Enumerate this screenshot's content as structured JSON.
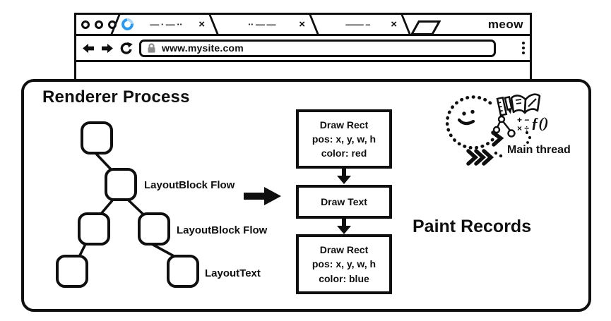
{
  "browser": {
    "brand": "meow",
    "tabs": [
      {
        "title": "— · — ··",
        "close": "×",
        "loading": true
      },
      {
        "title": "·· — —",
        "close": "×",
        "loading": false
      },
      {
        "title": "—— –",
        "close": "×",
        "loading": false
      }
    ],
    "address": {
      "url": "www.mysite.com"
    }
  },
  "renderer": {
    "title": "Renderer Process",
    "tree_labels": [
      "LayoutBlock Flow",
      "LayoutBlock Flow",
      "LayoutText"
    ],
    "paint": {
      "heading": "Paint Records",
      "records": [
        {
          "lines": [
            "Draw Rect",
            "pos: x, y, w, h",
            "color: red"
          ]
        },
        {
          "lines": [
            "Draw Text"
          ]
        },
        {
          "lines": [
            "Draw Rect",
            "pos: x, y, w, h",
            "color: blue"
          ]
        }
      ]
    },
    "main_thread_label": "Main thread",
    "math_symbols": {
      "row1": "+ −",
      "row2": "× ÷",
      "function": "ƒ()"
    }
  },
  "colors": {
    "ink": "#0f0f0f",
    "spinner_blue": "#2b99f0",
    "spinner_light": "#a9d6f8",
    "lock_gray": "#8d8d8d"
  }
}
